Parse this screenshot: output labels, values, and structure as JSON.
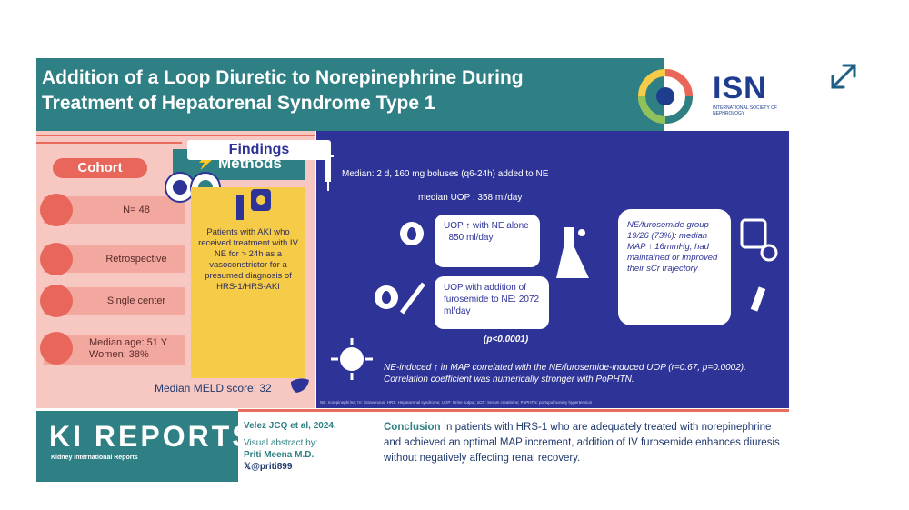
{
  "header": {
    "title_line1": "Addition of a Loop Diuretic to Norepinephrine During",
    "title_line2": "Treatment of Hepatorenal Syndrome Type 1",
    "logo_text": "ISN",
    "logo_sub": "INTERNATIONAL SOCIETY OF NEPHROLOGY"
  },
  "cohort": {
    "label": "Cohort",
    "n": "N= 48",
    "design": "Retrospective",
    "site": "Single center",
    "age": "Median age: 51 Y",
    "women": "Women: 38%"
  },
  "methods": {
    "title": "Methods",
    "text": "Patients with AKI who received treatment with IV NE for > 24h as a vasoconstrictor for a presumed diagnosis of HRS-1/HRS-AKI",
    "meld": "Median MELD score: 32"
  },
  "findings": {
    "title": "Findings",
    "median_line": "Median: 2 d, 160 mg boluses (q6-24h) added to NE",
    "median_uop": "median UOP : 358 ml/day",
    "uop_ne": "UOP ↑ with NE alone : 850 ml/day",
    "uop_furo": "UOP with addition of furosemide to NE: 2072 ml/day",
    "pvalue": "(p<0.0001)",
    "group": "NE/furosemide group 19/26 (73%): median MAP ↑ 16mmHg; had maintained or improved their sCr trajectory",
    "correlation": "NE-induced ↑ in MAP correlated with the NE/furosemide-induced UOP (r=0.67, p=0.0002). Correlation coefficient was numerically stronger with PoPHTN.",
    "abbreviations": "NE: norepinephrine; IV: intravenous; HRS: Hepatorenal syndrome; UOP: Urine output; sCR: Serum creatinine; PoPHTN: portopulmonary hypertension"
  },
  "footer": {
    "journal": "KI REPORTS",
    "journal_sub": "Kidney International Reports",
    "citation": "Velez JCQ et al, 2024.",
    "visual_by": "Visual abstract by:",
    "author": "Priti Meena M.D.",
    "handle": "@priti899",
    "conclusion_label": "Conclusion",
    "conclusion_text": " In patients with HRS-1 who are adequately treated with norepinephrine and achieved an optimal MAP increment, addition of IV furosemide enhances diuresis without negatively affecting renal recovery."
  },
  "colors": {
    "teal": "#2f8085",
    "navy": "#2e3397",
    "salmon": "#e8665a",
    "pink": "#f7c7c1",
    "yellow": "#f5cb47"
  },
  "icons": [
    "expand-icon",
    "syringe-icon",
    "iv-bag-icon",
    "kidney-icon",
    "virus-icon",
    "flask-icon",
    "stethoscope-icon",
    "x-logo-icon"
  ]
}
